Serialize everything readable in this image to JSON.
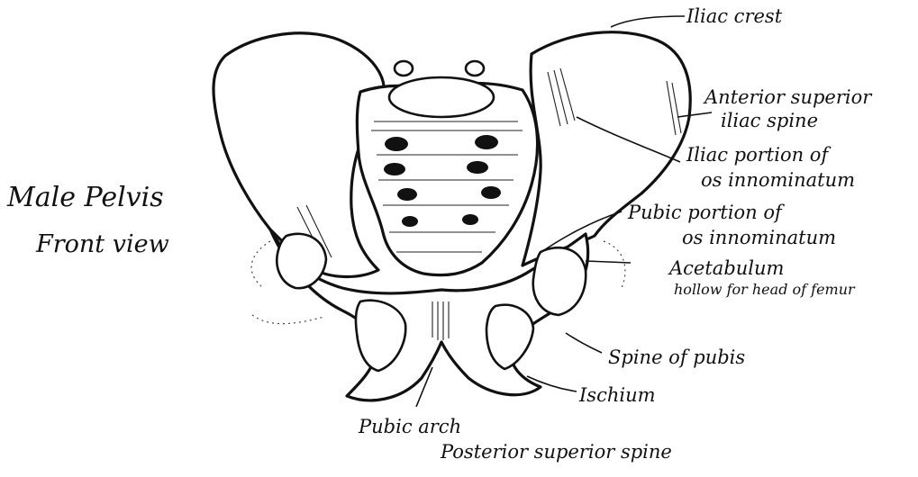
{
  "title": {
    "line1": "Male Pelvis",
    "line2": "Front view"
  },
  "labels": {
    "iliac_crest": "Iliac crest",
    "anterior_superior_1": "Anterior superior",
    "anterior_superior_2": "iliac spine",
    "iliac_portion_1": "Iliac portion of",
    "iliac_portion_2": "os innominatum",
    "pubic_portion_1": "Pubic portion of",
    "pubic_portion_2": "os innominatum",
    "acetabulum": "Acetabulum",
    "acetabulum_note": "hollow for head of femur",
    "spine_of_pubis": "Spine of pubis",
    "ischium": "Ischium",
    "pubic_arch": "Pubic arch",
    "posterior_superior_spine": "Posterior superior spine"
  }
}
